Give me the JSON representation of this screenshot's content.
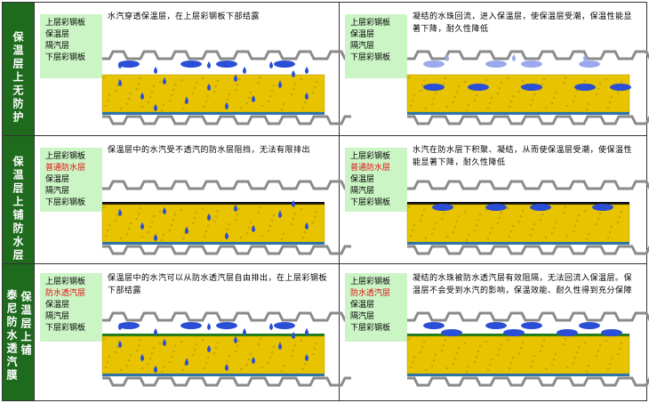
{
  "rows": [
    {
      "side": "保温层上无防护",
      "panels": [
        {
          "labels": [
            "上层彩钢板",
            "保温层",
            "隔汽层",
            "下层彩钢板"
          ],
          "red_index": -1,
          "text": "水汽穿透保温层，在上层彩钢板下部结露"
        },
        {
          "labels": [
            "上层彩钢板",
            "保温层",
            "隔汽层",
            "下层彩钢板"
          ],
          "red_index": -1,
          "text": "凝结的水珠回流，进入保温层，使保温层受潮，保温性能显著下降，耐久性降低"
        }
      ]
    },
    {
      "side": "保温层上铺防水层",
      "panels": [
        {
          "labels": [
            "上层彩钢板",
            "普通防水层",
            "保温层",
            "隔汽层",
            "下层彩钢板"
          ],
          "red_index": 1,
          "text": "保温层中的水汽受不透汽的防水层阻挡，无法有限排出"
        },
        {
          "labels": [
            "上层彩钢板",
            "普通防水层",
            "保温层",
            "隔汽层",
            "下层彩钢板"
          ],
          "red_index": 1,
          "text": "水汽在防水层下积聚、凝结，从而使保温层受潮，使保温性能显著下降，耐久性降低"
        }
      ]
    },
    {
      "side_a": "保温层上铺",
      "side_b": "泰尼防水透汽膜",
      "panels": [
        {
          "labels": [
            "上层彩钢板",
            "防水透汽层",
            "保温层",
            "隔汽层",
            "下层彩钢板"
          ],
          "red_index": 1,
          "text": "保温层中的水汽可以从防水透汽层自由排出，在上层彩钢板下部结露"
        },
        {
          "labels": [
            "上层彩钢板",
            "防水透汽层",
            "保温层",
            "隔汽层",
            "下层彩钢板"
          ],
          "red_index": 1,
          "text": "凝结的水珠被防水透汽层有效阻隔，无法回流入保温层。保温层不会受到水汽的影响，保温效能、耐久性得到充分保障"
        }
      ]
    }
  ],
  "colors": {
    "side": "#1e6b1e",
    "label_bg": "#ccf5c6",
    "insulation": "#e8c300",
    "drop": "#2a4fd6",
    "drop_light": "#9aa9ee",
    "membrane_black": "#111111",
    "membrane_green": "#1b7a1b"
  }
}
